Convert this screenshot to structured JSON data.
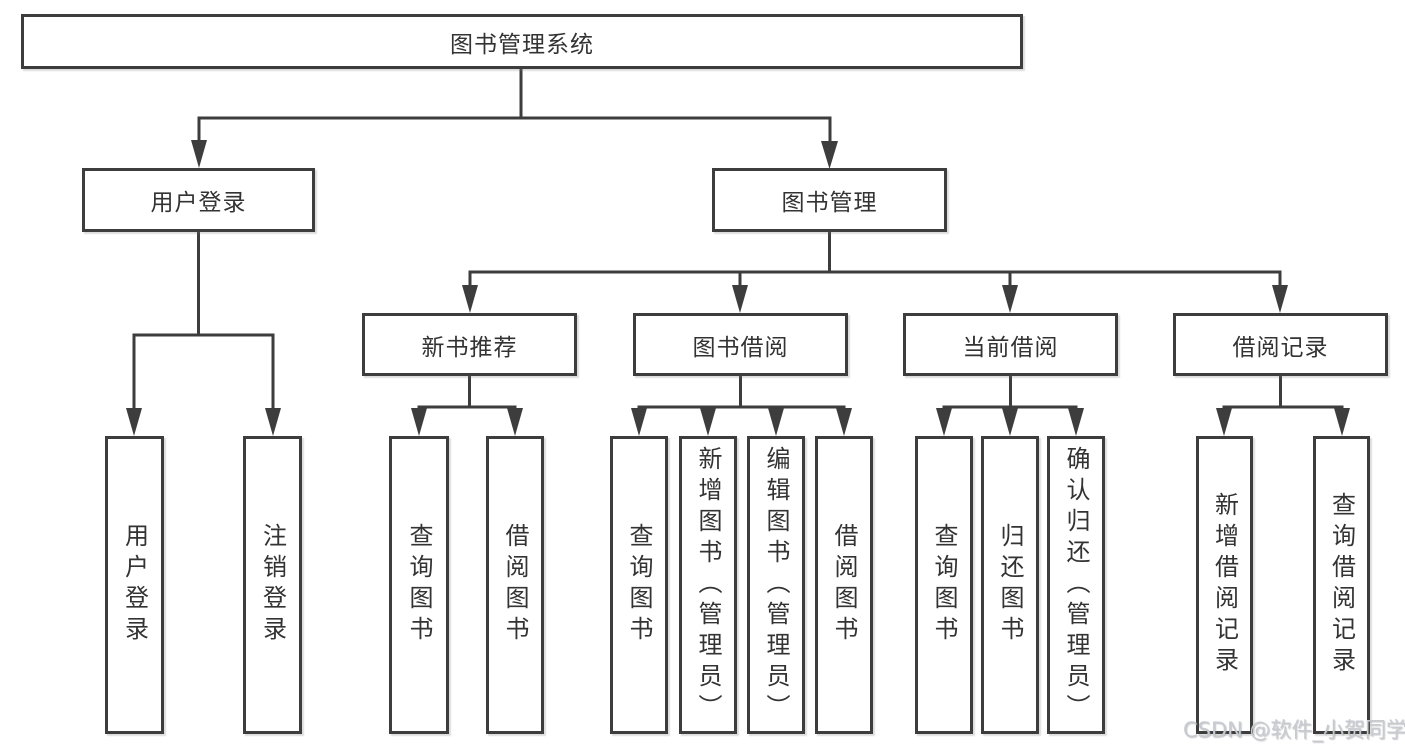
{
  "diagram": {
    "title": "图书管理系统",
    "level2": {
      "user_login": "用户登录",
      "book_management": "图书管理"
    },
    "level3": {
      "new_book_recommend": "新书推荐",
      "book_borrowing": "图书借阅",
      "current_borrowing": "当前借阅",
      "borrowing_records": "借阅记录"
    },
    "leaves": {
      "user_login": "用户登录",
      "logout": "注销登录",
      "rec_query_books": "查询图书",
      "rec_borrow_books": "借阅图书",
      "borrow_query_books": "查询图书",
      "borrow_add_books": "新增图书（管理员）",
      "borrow_edit_books": "编辑图书（管理员）",
      "borrow_borrow_books": "借阅图书",
      "cur_query_books": "查询图书",
      "cur_return_books": "归还图书",
      "cur_confirm_return": "确认归还（管理员）",
      "record_add": "新增借阅记录",
      "record_query": "查询借阅记录"
    },
    "structure": {
      "图书管理系统": [
        "用户登录",
        "图书管理"
      ],
      "用户登录": [
        "用户登录",
        "注销登录"
      ],
      "图书管理": [
        "新书推荐",
        "图书借阅",
        "当前借阅",
        "借阅记录"
      ],
      "新书推荐": [
        "查询图书",
        "借阅图书"
      ],
      "图书借阅": [
        "查询图书",
        "新增图书（管理员）",
        "编辑图书（管理员）",
        "借阅图书"
      ],
      "当前借阅": [
        "查询图书",
        "归还图书",
        "确认归还（管理员）"
      ],
      "借阅记录": [
        "新增借阅记录",
        "查询借阅记录"
      ]
    }
  },
  "watermark": "CSDN @软件_小贺同学",
  "colors": {
    "line": "#3d3d3d",
    "text": "#333333",
    "background": "#ffffff"
  }
}
